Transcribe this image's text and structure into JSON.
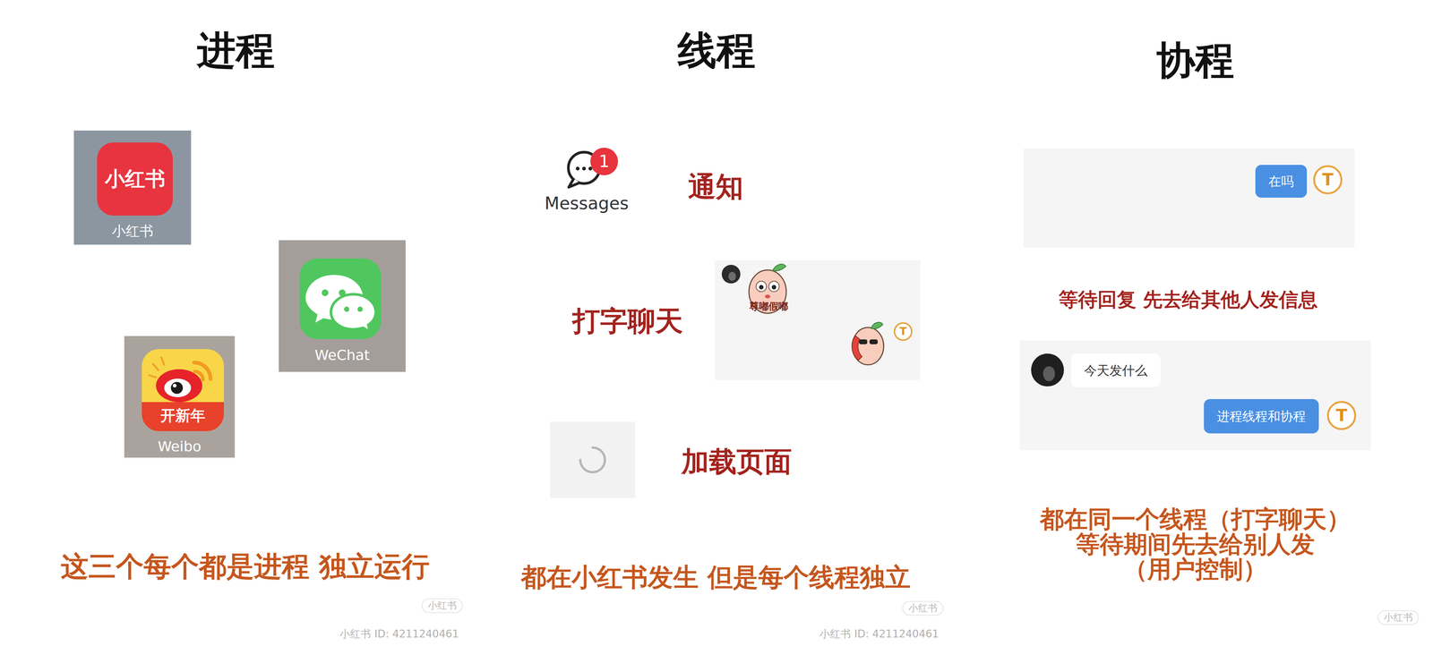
{
  "diagram": {
    "nodes": [
      {
        "text": [
          "小红书"
        ]
      },
      {
        "text": [
          "小红书"
        ],
        "in": 0
      },
      {
        "text": [
          "WeChat"
        ]
      },
      {
        "text": [
          "Weibo"
        ]
      },
      {
        "text": [
          "开新年"
        ],
        "in": 3
      },
      {
        "text": [
          "1"
        ]
      },
      {
        "text": [
          "T"
        ]
      },
      {
        "text": [
          "在吗"
        ]
      },
      {
        "text": [
          "T"
        ]
      },
      {
        "text": [
          "今天发什么"
        ]
      },
      {
        "text": [
          "进程线程和协程"
        ]
      },
      {
        "text": [
          "T"
        ]
      }
    ],
    "labels": [
      "进程",
      "这三个每个都是进程 独立运行",
      "线程",
      "Messages",
      "通知",
      "打字聊天",
      "尊嘟假嘟",
      "加载页面",
      "都在小红书发生 但是每个线程独立",
      "协程",
      "等待回复 先去给其他人发信息",
      "都在同一个线程（打字聊天） 等待期间先去给别人发 （用户控制）",
      "小红书",
      "小红书 ID: 4211240461",
      "小红书",
      "小红书 ID: 4211240461",
      "小红书"
    ]
  }
}
